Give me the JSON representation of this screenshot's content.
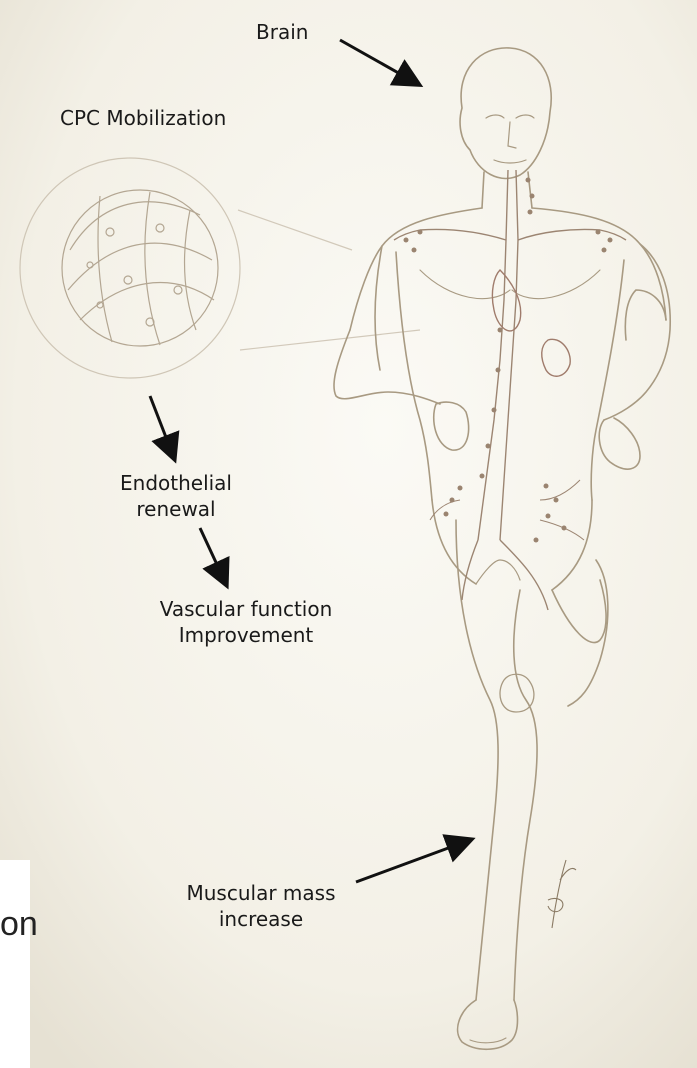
{
  "labels": {
    "brain": "Brain",
    "cpc": "CPC Mobilization",
    "endothelial_line1": "Endothelial",
    "endothelial_line2": "renewal",
    "vascular_line1": "Vascular function",
    "vascular_line2": "Improvement",
    "muscular_line1": "Muscular mass",
    "muscular_line2": "increase",
    "stray_text": "on"
  },
  "colors": {
    "paper": "#f4f1e8",
    "sketch": "#a89a82",
    "vessel": "#b09a86",
    "arrow": "#111111",
    "text": "#1a1a1a"
  }
}
